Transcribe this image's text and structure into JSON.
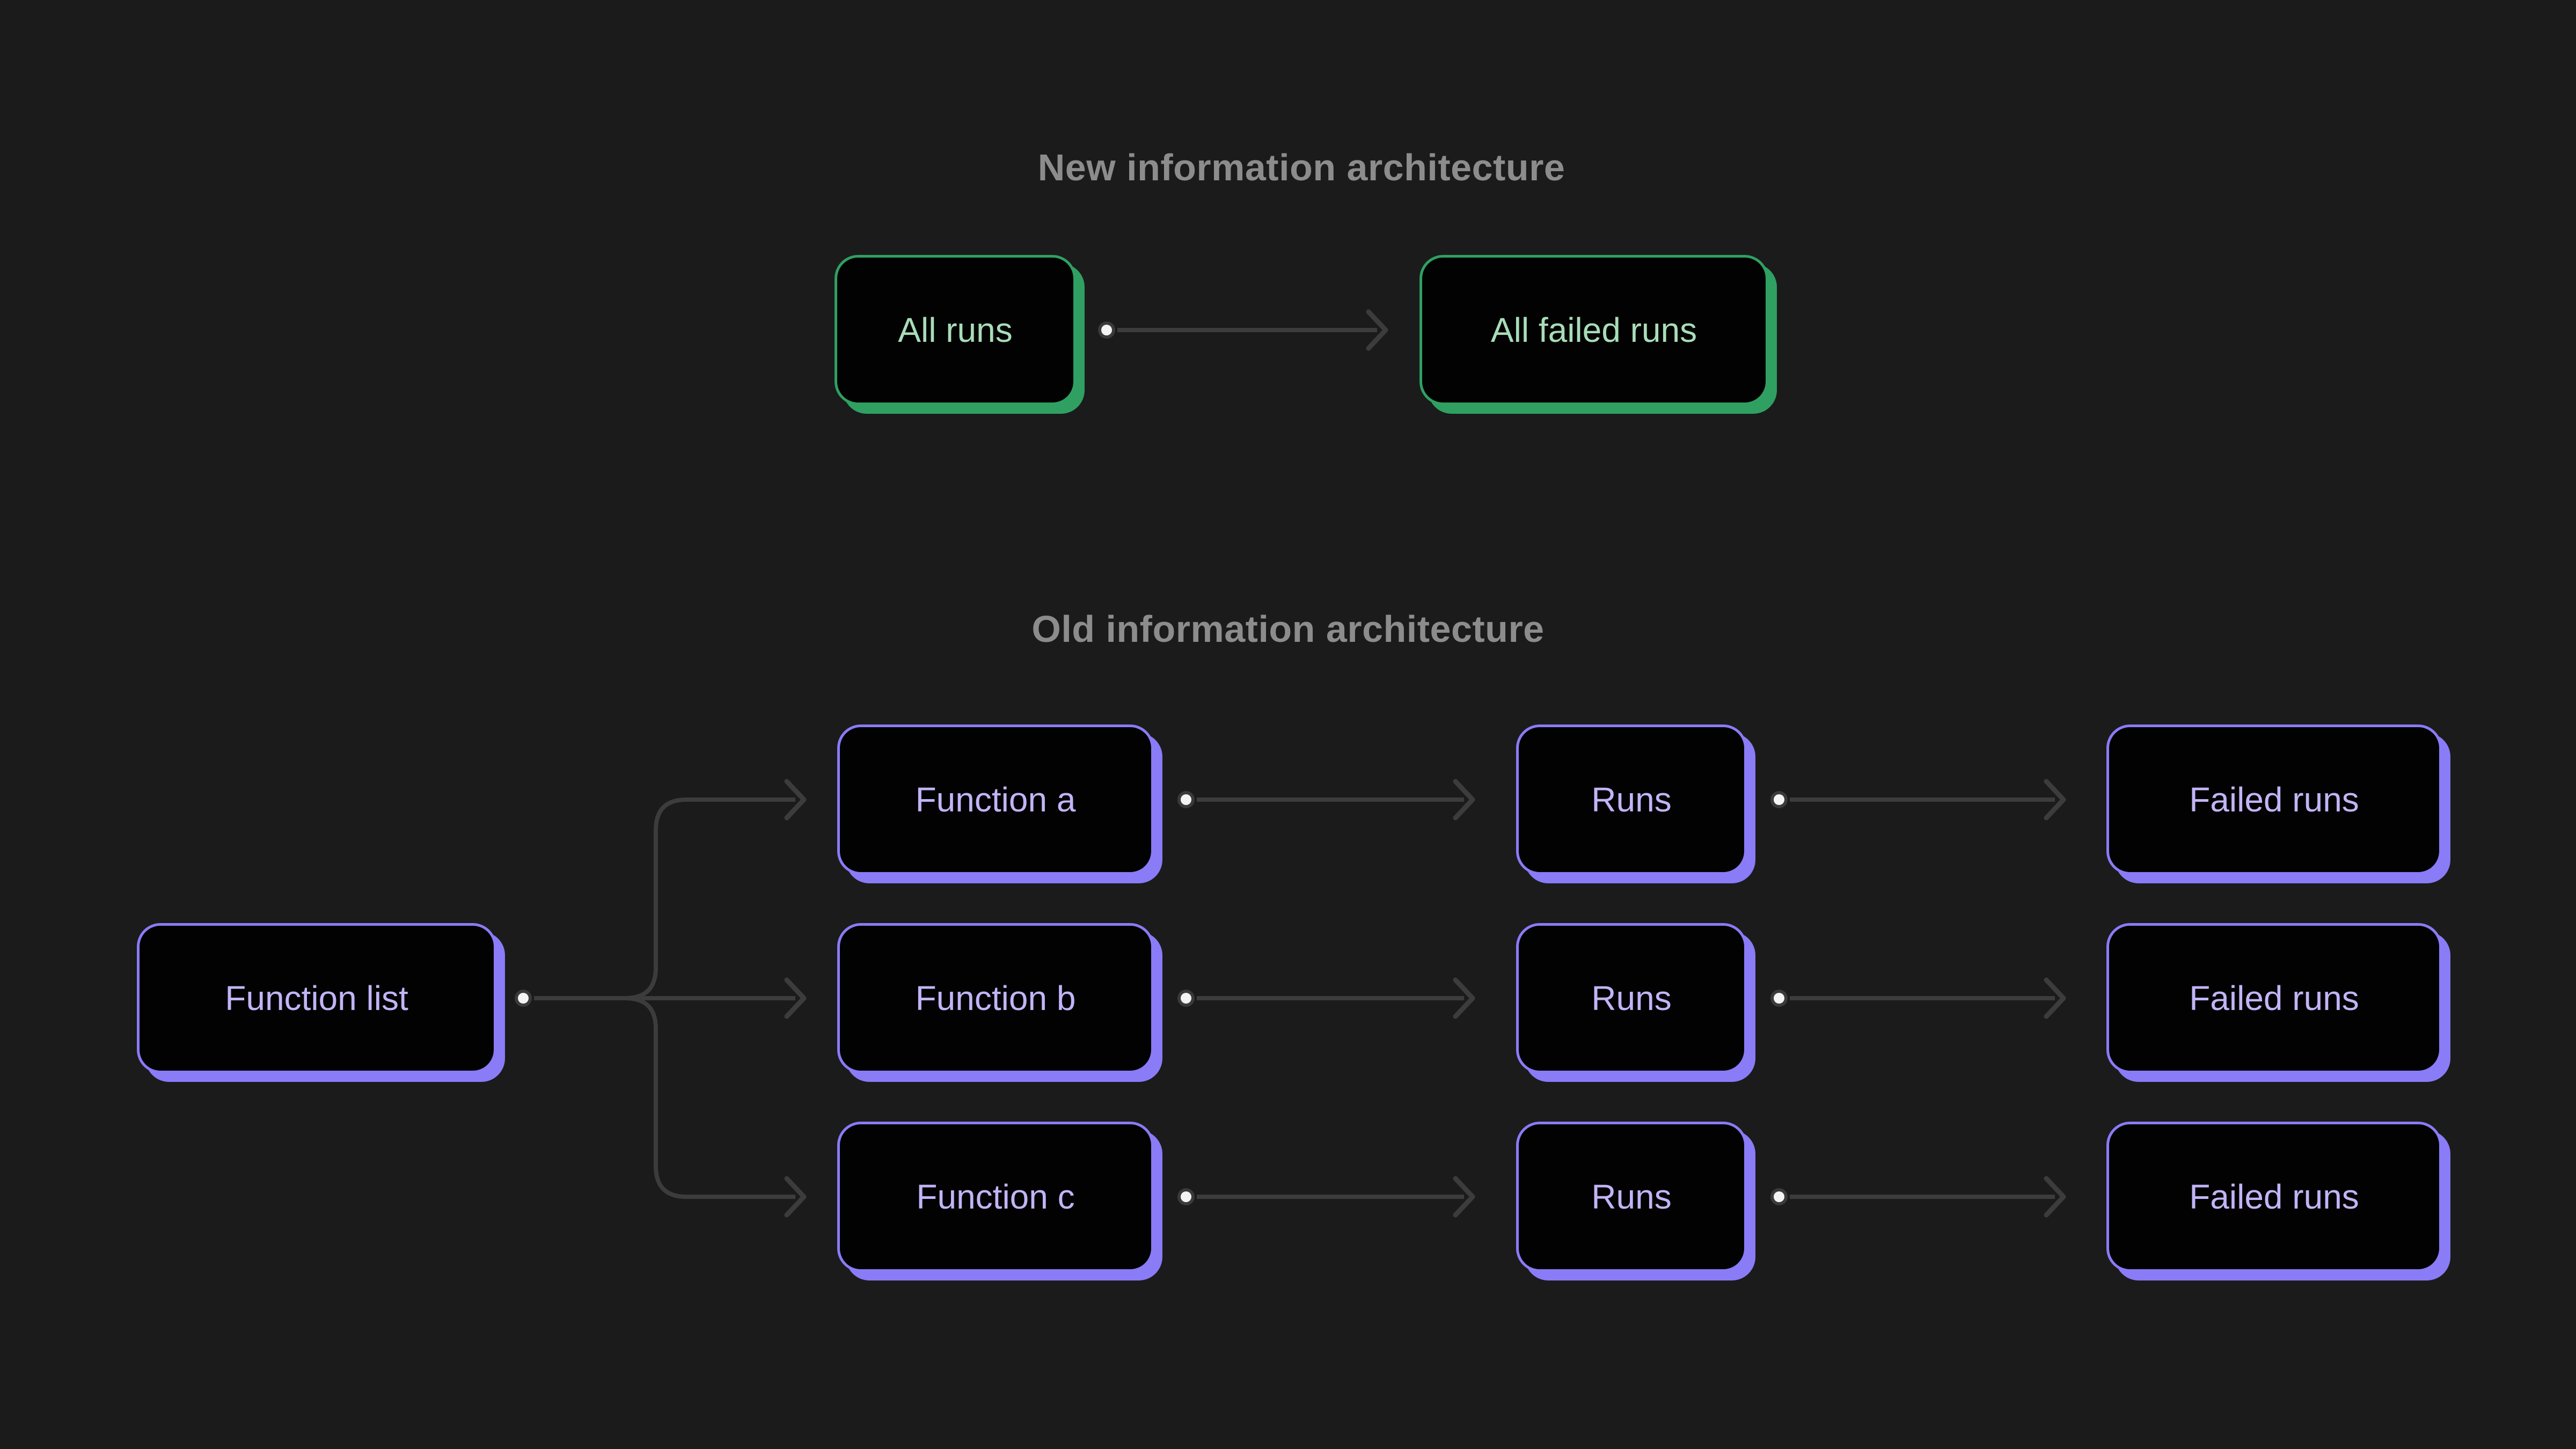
{
  "colors": {
    "bg": "#1b1b1b",
    "node-fill": "#020202",
    "green": "#2fa062",
    "green-text": "#a8dcb8",
    "purple": "#8a7bf7",
    "purple-text": "#c2b4f6",
    "title": "#8c8c8c",
    "line": "#3c3c3c",
    "dot-core": "#f4f4f4",
    "dot-ring": "#3a3a3a"
  },
  "sections": {
    "new": {
      "title": "New information architecture",
      "nodes": {
        "all_runs": "All runs",
        "all_failed_runs": "All failed runs"
      }
    },
    "old": {
      "title": "Old information architecture",
      "nodes": {
        "function_list": "Function list",
        "function_a": "Function a",
        "function_b": "Function b",
        "function_c": "Function c",
        "runs_a": "Runs",
        "runs_b": "Runs",
        "runs_c": "Runs",
        "failed_runs_a": "Failed runs",
        "failed_runs_b": "Failed runs",
        "failed_runs_c": "Failed runs"
      }
    }
  }
}
